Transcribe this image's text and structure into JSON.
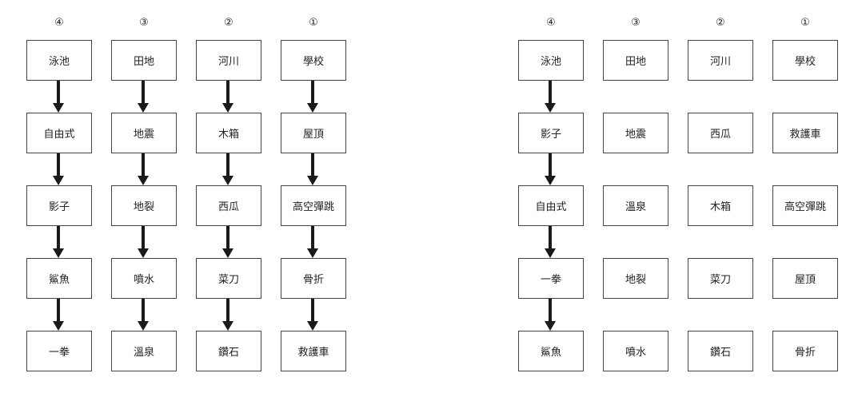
{
  "left_panel": {
    "columns": [
      {
        "label": "④",
        "items": [
          "泳池",
          "自由式",
          "影子",
          "鯊魚",
          "一拳"
        ]
      },
      {
        "label": "③",
        "items": [
          "田地",
          "地震",
          "地裂",
          "噴水",
          "溫泉"
        ]
      },
      {
        "label": "②",
        "items": [
          "河川",
          "木箱",
          "西瓜",
          "菜刀",
          "鑽石"
        ]
      },
      {
        "label": "①",
        "items": [
          "學校",
          "屋頂",
          "高空彈跳",
          "骨折",
          "救護車"
        ]
      }
    ],
    "arrows": [
      [
        true,
        true,
        true,
        true
      ],
      [
        true,
        true,
        true,
        true
      ],
      [
        true,
        true,
        true,
        true
      ],
      [
        true,
        true,
        true,
        true
      ]
    ]
  },
  "right_panel": {
    "columns": [
      {
        "label": "④",
        "items": [
          "泳池",
          "影子",
          "自由式",
          "一拳",
          "鯊魚"
        ]
      },
      {
        "label": "③",
        "items": [
          "田地",
          "地震",
          "溫泉",
          "地裂",
          "噴水"
        ]
      },
      {
        "label": "②",
        "items": [
          "河川",
          "西瓜",
          "木箱",
          "菜刀",
          "鑽石"
        ]
      },
      {
        "label": "①",
        "items": [
          "學校",
          "救護車",
          "高空彈跳",
          "屋頂",
          "骨折"
        ]
      }
    ],
    "arrows": [
      [
        true,
        false,
        false,
        false
      ],
      [
        true,
        false,
        false,
        false
      ],
      [
        true,
        false,
        false,
        false
      ],
      [
        true,
        false,
        false,
        false
      ]
    ]
  }
}
